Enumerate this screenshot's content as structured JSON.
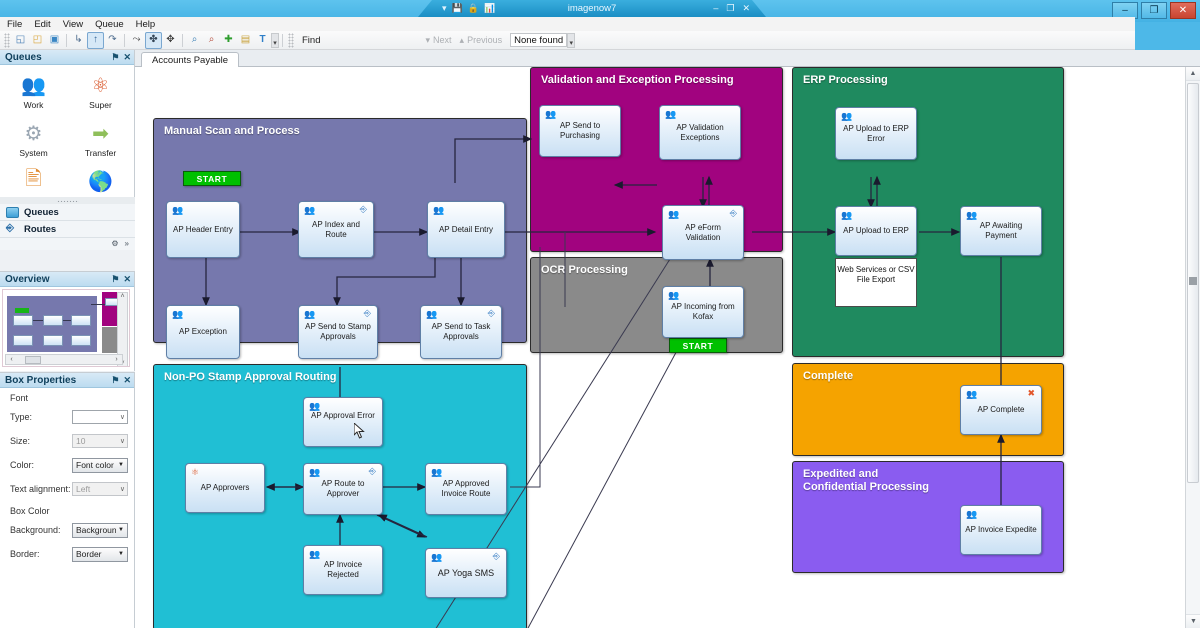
{
  "window": {
    "doc_title": "imagenow7",
    "controls": {
      "minimize": "–",
      "restore": "❐",
      "close": "✕"
    },
    "doc_controls": {
      "minimize": "–",
      "restore": "❐",
      "close": "✕",
      "menu_caret": "▾"
    },
    "doc_icons": [
      "save-icon",
      "lock-icon",
      "signal-icon"
    ]
  },
  "menubar": {
    "items": [
      "File",
      "Edit",
      "View",
      "Queue",
      "Help"
    ]
  },
  "toolbar": {
    "find_label": "Find",
    "find_value": "",
    "find_placeholder": "",
    "next_label": "Next",
    "previous_label": "Previous",
    "result_label": "None found",
    "buttons": [
      {
        "name": "new-queue-icon",
        "glyph": "◱",
        "selected": false
      },
      {
        "name": "new-folder-icon",
        "glyph": "◰",
        "selected": false
      },
      {
        "name": "new-window-icon",
        "glyph": "▣",
        "selected": false
      },
      {
        "name": "route-arrow-icon",
        "glyph": "↳",
        "selected": false
      },
      {
        "name": "up-arrow-icon",
        "glyph": "↑",
        "selected": true
      },
      {
        "name": "curve-arrow-icon",
        "glyph": "↷",
        "selected": false
      },
      {
        "name": "distribute-icon",
        "glyph": "⤳",
        "selected": false
      },
      {
        "name": "align-center-icon",
        "glyph": "✤",
        "selected": true
      },
      {
        "name": "spread-icon",
        "glyph": "✥",
        "selected": false
      },
      {
        "name": "zoom-in-icon",
        "glyph": "⌕",
        "selected": false
      },
      {
        "name": "zoom-out-icon",
        "glyph": "⌕",
        "selected": false
      },
      {
        "name": "add-icon",
        "glyph": "✚",
        "selected": false
      },
      {
        "name": "lock-icon",
        "glyph": "▤",
        "selected": false
      },
      {
        "name": "text-tool-icon",
        "glyph": "T",
        "selected": false
      }
    ]
  },
  "tabs": [
    {
      "label": "Accounts Payable",
      "active": true
    }
  ],
  "queues_panel": {
    "title": "Queues",
    "pin_icon": "⚑",
    "close_icon": "✕",
    "items": [
      {
        "label": "Work",
        "icon": "people-icon"
      },
      {
        "label": "Super",
        "icon": "network-icon"
      },
      {
        "label": "System",
        "icon": "gears-icon"
      },
      {
        "label": "Transfer",
        "icon": "export-icon"
      },
      {
        "label": "",
        "icon": "form-icon"
      },
      {
        "label": "",
        "icon": "globe-icon"
      }
    ],
    "nav_buttons": [
      {
        "label": "Queues",
        "icon": "queues-icon"
      },
      {
        "label": "Routes",
        "icon": "routes-icon"
      }
    ],
    "nav_tools": [
      "config-icon",
      "chevrons-icon"
    ]
  },
  "overview_panel": {
    "title": "Overview",
    "pin_icon": "⚑",
    "close_icon": "✕",
    "hscroll": {
      "left_arrow": "‹",
      "right_arrow": "›"
    },
    "vscroll": {
      "up_arrow": "˄",
      "down_arrow": "˅"
    }
  },
  "box_properties": {
    "title": "Box Properties",
    "pin_icon": "⚑",
    "close_icon": "✕",
    "groups": [
      {
        "legend": "Font",
        "rows": [
          {
            "label": "Type:",
            "control": "combo",
            "value": "",
            "disabled": false
          },
          {
            "label": "Size:",
            "control": "combo",
            "value": "10",
            "disabled": true
          },
          {
            "label": "Color:",
            "control": "button",
            "value": "Font color",
            "disabled": false
          },
          {
            "label": "Text alignment:",
            "control": "combo",
            "value": "Left",
            "disabled": true
          }
        ]
      },
      {
        "legend": "Box Color",
        "rows": [
          {
            "label": "Background:",
            "control": "button",
            "value": "Background",
            "disabled": false
          },
          {
            "label": "Border:",
            "control": "button",
            "value": "Border",
            "disabled": false
          }
        ]
      }
    ],
    "caret": "∨",
    "dropdown_caret": "▼"
  },
  "diagram": {
    "groups": [
      {
        "id": "manual",
        "title": "Manual Scan and Process",
        "color": "#7678ad"
      },
      {
        "id": "validation",
        "title": "Validation and Exception Processing",
        "color": "#a1037f"
      },
      {
        "id": "ocr",
        "title": "OCR Processing",
        "color": "#8a8a8a"
      },
      {
        "id": "erp",
        "title": "ERP Processing",
        "color": "#1f8a5f"
      },
      {
        "id": "complete",
        "title": "Complete",
        "color": "#f5a300"
      },
      {
        "id": "expedited",
        "title": "Expedited and\nConfidential Processing",
        "color": "#8a5cf0"
      },
      {
        "id": "nonpo",
        "title": "Non-PO Stamp Approval Routing",
        "color": "#20bfd4"
      }
    ],
    "start_buttons": [
      {
        "label": "START",
        "group": "manual"
      },
      {
        "label": "START",
        "group": "ocr"
      }
    ],
    "boxes": [
      {
        "id": "ap-header-entry",
        "label": "AP Header Entry",
        "group": "manual",
        "icons": [
          "users-icon"
        ]
      },
      {
        "id": "ap-index-and-route",
        "label": "AP Index and Route",
        "group": "manual",
        "icons": [
          "users-icon",
          "route-icon"
        ]
      },
      {
        "id": "ap-detail-entry",
        "label": "AP Detail Entry",
        "group": "manual",
        "icons": [
          "users-icon"
        ]
      },
      {
        "id": "ap-exception",
        "label": "AP Exception",
        "group": "manual",
        "icons": [
          "users-icon"
        ]
      },
      {
        "id": "ap-send-to-stamp",
        "label": "AP Send to Stamp Approvals",
        "group": "manual",
        "icons": [
          "users-icon",
          "route-icon"
        ]
      },
      {
        "id": "ap-send-to-task",
        "label": "AP Send to Task Approvals",
        "group": "manual",
        "icons": [
          "users-icon",
          "route-icon"
        ]
      },
      {
        "id": "ap-send-to-purchasing",
        "label": "AP Send to Purchasing",
        "group": "validation",
        "icons": [
          "users-icon"
        ]
      },
      {
        "id": "ap-validation-exceptions",
        "label": "AP Validation Exceptions",
        "group": "validation",
        "icons": [
          "users-icon"
        ]
      },
      {
        "id": "ap-eform-validation",
        "label": "AP eForm Validation",
        "group": "validation",
        "icons": [
          "users-icon",
          "route-icon"
        ]
      },
      {
        "id": "ap-incoming-kofax",
        "label": "AP Incoming from Kofax",
        "group": "ocr",
        "icons": [
          "users-icon"
        ]
      },
      {
        "id": "ap-upload-erp-error",
        "label": "AP Upload to ERP Error",
        "group": "erp",
        "icons": [
          "users-icon"
        ]
      },
      {
        "id": "ap-upload-erp",
        "label": "AP Upload to ERP",
        "group": "erp",
        "icons": [
          "users-icon"
        ]
      },
      {
        "id": "ap-awaiting-payment",
        "label": "AP Awaiting Payment",
        "group": "erp",
        "icons": [
          "users-icon"
        ]
      },
      {
        "id": "ap-complete",
        "label": "AP Complete",
        "group": "complete",
        "icons": [
          "users-icon",
          "finish-icon"
        ]
      },
      {
        "id": "ap-invoice-expedite",
        "label": "AP Invoice Expedite",
        "group": "expedited",
        "icons": [
          "users-icon"
        ]
      },
      {
        "id": "ap-approval-error",
        "label": "AP Approval Error",
        "group": "nonpo",
        "icons": [
          "users-icon"
        ]
      },
      {
        "id": "ap-approvers",
        "label": "AP Approvers",
        "group": "nonpo",
        "icons": [
          "network-icon"
        ]
      },
      {
        "id": "ap-route-to-approver",
        "label": "AP Route to Approver",
        "group": "nonpo",
        "icons": [
          "users-icon",
          "route-icon"
        ]
      },
      {
        "id": "ap-approved-invoice-route",
        "label": "AP Approved Invoice Route",
        "group": "nonpo",
        "icons": [
          "users-icon"
        ]
      },
      {
        "id": "ap-invoice-rejected",
        "label": "AP Invoice Rejected",
        "group": "nonpo",
        "icons": [
          "users-icon"
        ]
      },
      {
        "id": "ap-yoga-sms",
        "label": "AP Yoga SMS",
        "group": "nonpo",
        "icons": [
          "users-icon",
          "route-icon"
        ]
      }
    ],
    "notes": [
      {
        "id": "web-services-note",
        "label": "Web Services or CSV File Export",
        "group": "erp"
      }
    ]
  }
}
